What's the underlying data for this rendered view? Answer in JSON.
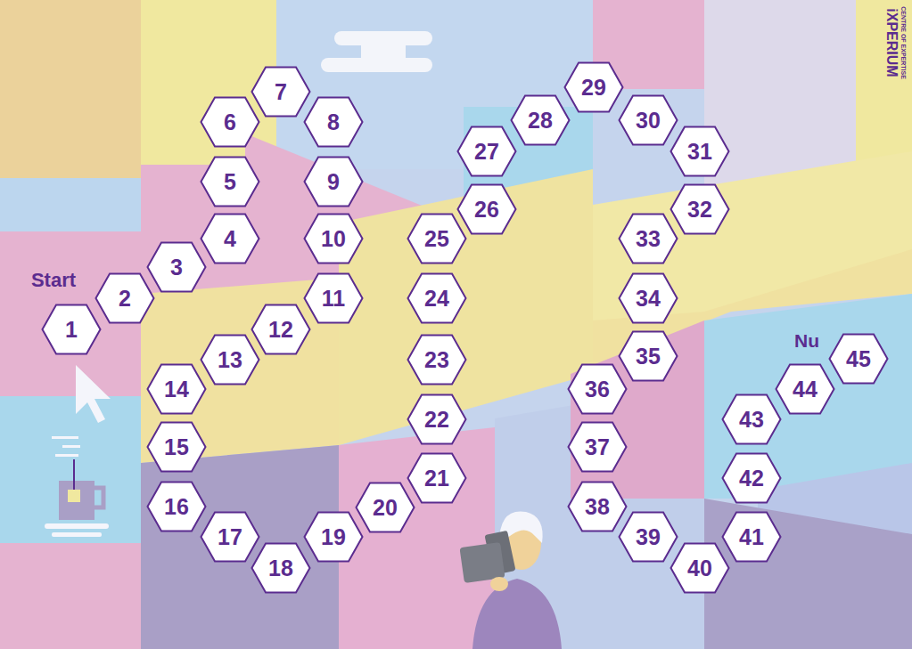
{
  "diagram": {
    "nodes": [
      {
        "text": [
          "1"
        ]
      },
      {
        "text": [
          "2"
        ]
      },
      {
        "text": [
          "3"
        ]
      },
      {
        "text": [
          "4"
        ]
      },
      {
        "text": [
          "5"
        ]
      },
      {
        "text": [
          "6"
        ]
      },
      {
        "text": [
          "7"
        ]
      },
      {
        "text": [
          "8"
        ]
      },
      {
        "text": [
          "9"
        ]
      },
      {
        "text": [
          "10"
        ]
      },
      {
        "text": [
          "11"
        ]
      },
      {
        "text": [
          "12"
        ]
      },
      {
        "text": [
          "13"
        ]
      },
      {
        "text": [
          "14"
        ]
      },
      {
        "text": [
          "15"
        ]
      },
      {
        "text": [
          "16"
        ]
      },
      {
        "text": [
          "17"
        ]
      },
      {
        "text": [
          "18"
        ]
      },
      {
        "text": [
          "19"
        ]
      },
      {
        "text": [
          "20"
        ]
      },
      {
        "text": [
          "21"
        ]
      },
      {
        "text": [
          "22"
        ]
      },
      {
        "text": [
          "23"
        ]
      },
      {
        "text": [
          "24"
        ]
      },
      {
        "text": [
          "25"
        ]
      },
      {
        "text": [
          "26"
        ]
      },
      {
        "text": [
          "27"
        ]
      },
      {
        "text": [
          "28"
        ]
      },
      {
        "text": [
          "29"
        ]
      },
      {
        "text": [
          "30"
        ]
      },
      {
        "text": [
          "31"
        ]
      },
      {
        "text": [
          "32"
        ]
      },
      {
        "text": [
          "33"
        ]
      },
      {
        "text": [
          "34"
        ]
      },
      {
        "text": [
          "35"
        ]
      },
      {
        "text": [
          "36"
        ]
      },
      {
        "text": [
          "37"
        ]
      },
      {
        "text": [
          "38"
        ]
      },
      {
        "text": [
          "39"
        ]
      },
      {
        "text": [
          "40"
        ]
      },
      {
        "text": [
          "41"
        ]
      },
      {
        "text": [
          "42"
        ]
      },
      {
        "text": [
          "43"
        ]
      },
      {
        "text": [
          "44"
        ]
      },
      {
        "text": [
          "45"
        ]
      }
    ],
    "labels": [
      "Start",
      "Nu",
      "iXPERIUM",
      "CENTRE OF EXPERTISE"
    ]
  }
}
